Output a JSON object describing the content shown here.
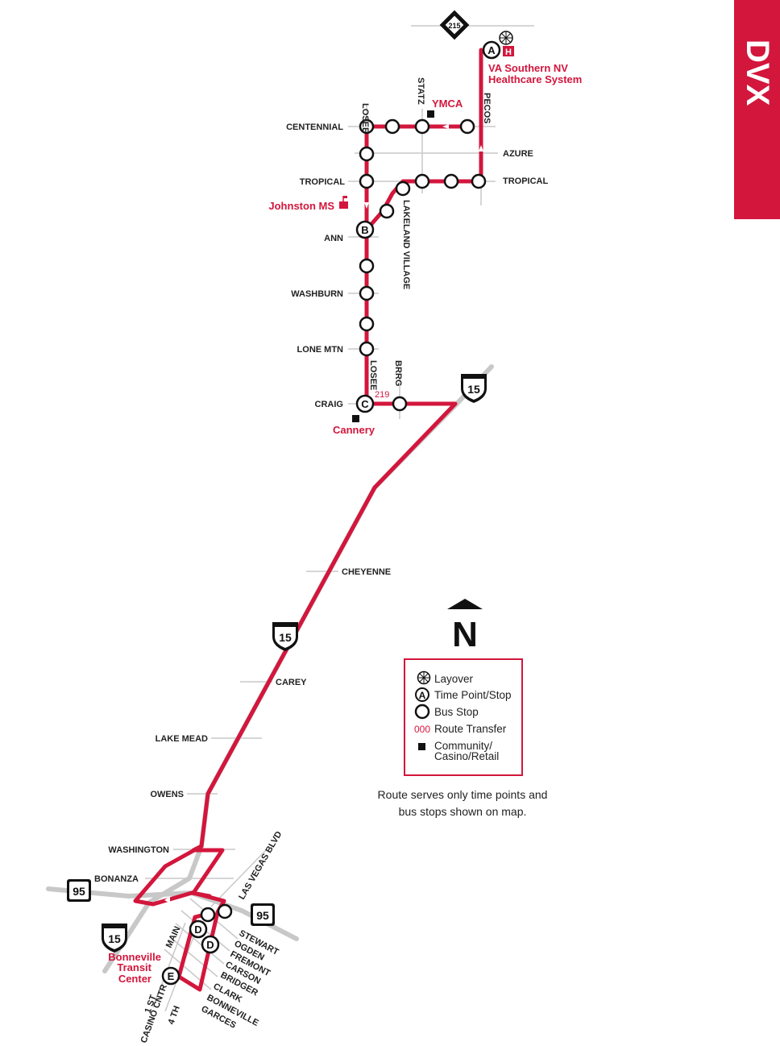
{
  "route_tab": "DVX",
  "streets": {
    "losee_top": "LOSEE",
    "statz": "STATZ",
    "pecos": "PECOS",
    "centennial": "CENTENNIAL",
    "azure": "AZURE",
    "tropical_w": "TROPICAL",
    "tropical_e": "TROPICAL",
    "ann": "ANN",
    "lakeland": "LAKELAND VILLAGE",
    "washburn": "WASHBURN",
    "lone_mtn": "LONE MTN",
    "losee_bottom": "LOSEE",
    "brrg": "BRRG",
    "craig": "CRAIG",
    "cheyenne": "CHEYENNE",
    "carey": "CAREY",
    "lake_mead": "LAKE MEAD",
    "owens": "OWENS",
    "washington": "WASHINGTON",
    "bonanza": "BONANZA",
    "lv_blvd": "LAS VEGAS BLVD",
    "main": "MAIN",
    "stewart": "STEWART",
    "ogden": "OGDEN",
    "fremont": "FREMONT",
    "carson": "CARSON",
    "bridger": "BRIDGER",
    "clark": "CLARK",
    "bonneville": "BONNEVILLE",
    "garces": "GARCES",
    "first": "1 ST",
    "casino": "CASINO CNTR",
    "fourth": "4 TH"
  },
  "landmarks": {
    "va_line1": "VA Southern NV",
    "va_line2": "Healthcare System",
    "hospital": "H",
    "ymca": "YMCA",
    "johnston": "Johnston MS",
    "cannery": "Cannery",
    "bonneville_1": "Bonneville",
    "bonneville_2": "Transit",
    "bonneville_3": "Center"
  },
  "route_transfer": "219",
  "highways": {
    "i15_north": "15",
    "i15_mid": "15",
    "i15_south": "15",
    "us95_west": "95",
    "us95_east": "95",
    "beltway": "215"
  },
  "time_points": [
    "A",
    "B",
    "C",
    "D",
    "D",
    "E"
  ],
  "north": "N",
  "legend": {
    "layover": "Layover",
    "time_point": "Time Point/Stop",
    "time_point_icon": "A",
    "bus_stop": "Bus Stop",
    "transfer_sample": "000",
    "transfer": "Route Transfer",
    "community_1": "Community/",
    "community_2": "Casino/Retail"
  },
  "note_line1": "Route serves only time points and",
  "note_line2": "bus stops shown on map."
}
